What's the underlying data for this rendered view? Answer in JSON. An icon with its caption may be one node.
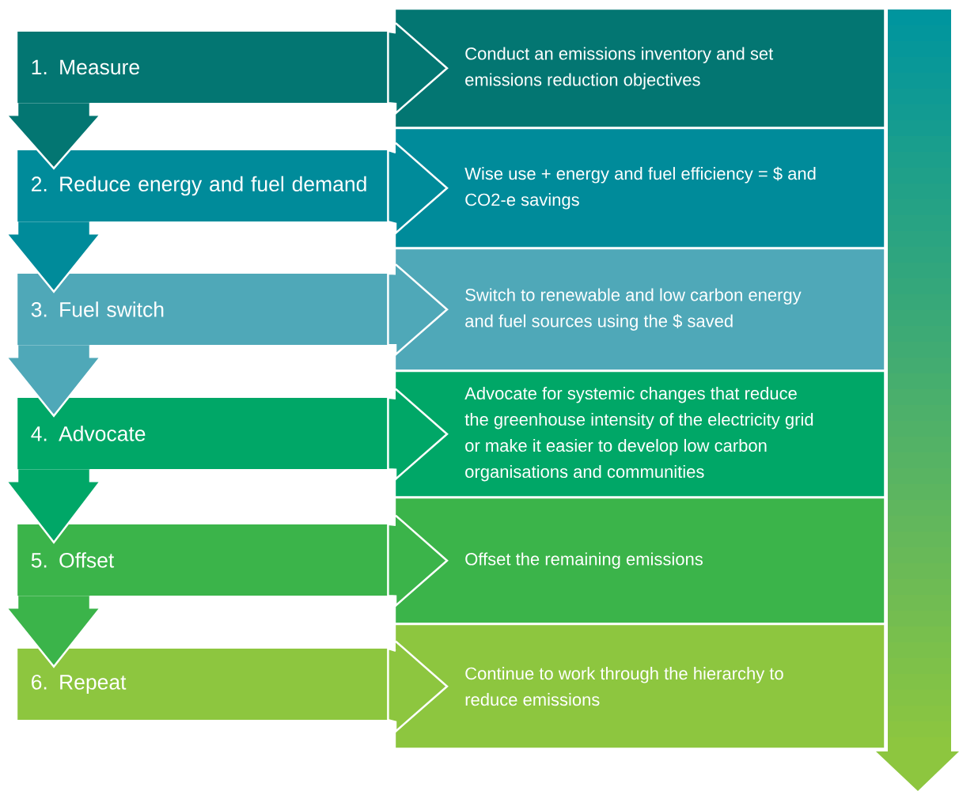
{
  "diagram": {
    "nodes": [
      {
        "text": [
          "1. Measure"
        ]
      },
      {
        "text": [
          "Conduct an emissions inventory and set emissions reduction objectives"
        ]
      },
      {
        "text": [
          "2. Reduce energy and fuel demand"
        ]
      },
      {
        "text": [
          "Wise use + energy and fuel efficiency = $ and CO2-e savings"
        ]
      },
      {
        "text": [
          "3. Fuel switch"
        ]
      },
      {
        "text": [
          "Switch to renewable and low carbon energy and fuel sources using the $ saved"
        ]
      },
      {
        "text": [
          "4. Advocate"
        ]
      },
      {
        "text": [
          "Advocate for systemic changes that reduce the greenhouse intensity of the electricity grid or make it easier to develop low carbon organisations and communities"
        ]
      },
      {
        "text": [
          "5. Offset"
        ]
      },
      {
        "text": [
          "Offset the remaining emissions"
        ]
      },
      {
        "text": [
          "6. Repeat"
        ]
      },
      {
        "text": [
          "Continue to work through the hierarchy to reduce emissions"
        ]
      }
    ],
    "edges": [
      {
        "from": 0,
        "to": 1,
        "arrow": "to"
      },
      {
        "from": 0,
        "to": 2,
        "arrow": "to"
      },
      {
        "from": 2,
        "to": 3,
        "arrow": "to"
      },
      {
        "from": 2,
        "to": 4,
        "arrow": "to"
      },
      {
        "from": 4,
        "to": 5,
        "arrow": "to"
      },
      {
        "from": 4,
        "to": 6,
        "arrow": "to"
      },
      {
        "from": 6,
        "to": 7,
        "arrow": "to"
      },
      {
        "from": 6,
        "to": 8,
        "arrow": "to"
      },
      {
        "from": 8,
        "to": 9,
        "arrow": "to"
      },
      {
        "from": 8,
        "to": 10,
        "arrow": "to"
      },
      {
        "from": 10,
        "to": 11,
        "arrow": "to"
      }
    ]
  }
}
